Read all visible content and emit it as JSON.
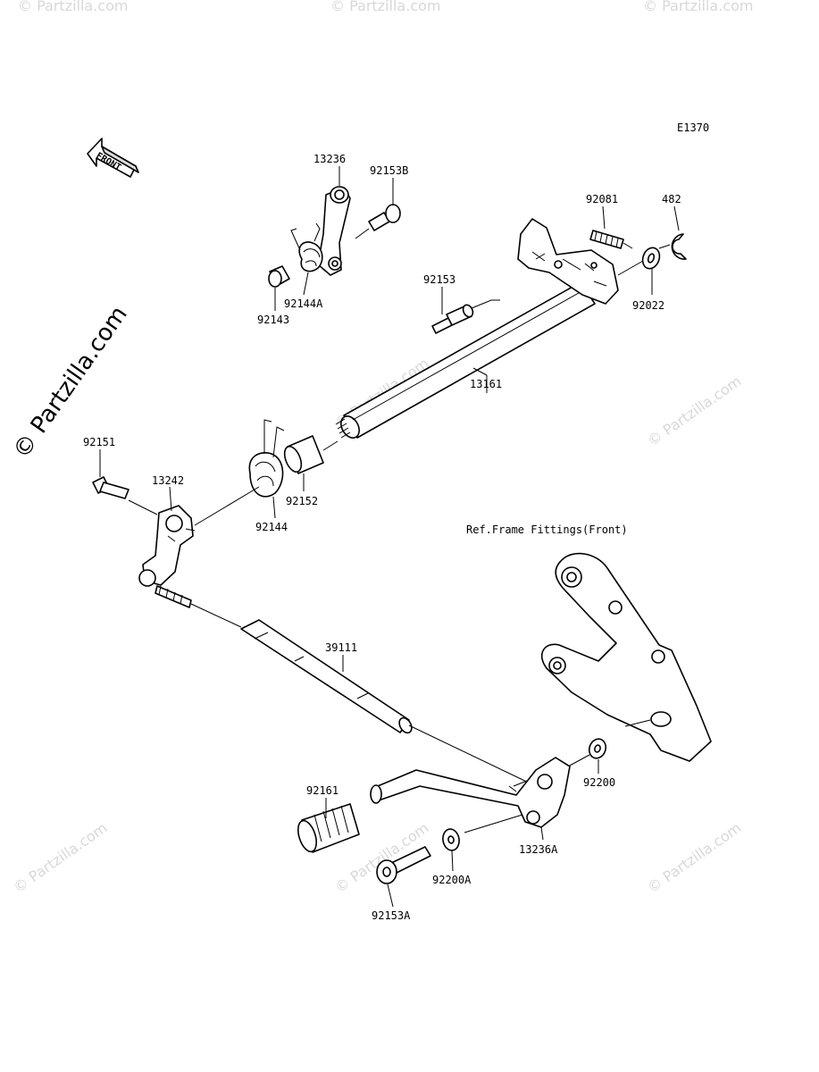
{
  "diagram_code": "E1370",
  "front_label": "FRONT",
  "watermark": "© Partzilla.com",
  "ref_note": "Ref.Frame Fittings(Front)",
  "labels": {
    "p13236": "13236",
    "p92153B": "92153B",
    "p92081": "92081",
    "p482": "482",
    "p92143": "92143",
    "p92144A": "92144A",
    "p92153": "92153",
    "p92022": "92022",
    "p13161": "13161",
    "p92151": "92151",
    "p13242": "13242",
    "p92152": "92152",
    "p92144": "92144",
    "p39111": "39111",
    "p92200": "92200",
    "p92161": "92161",
    "p13236A": "13236A",
    "p92200A": "92200A",
    "p92153A": "92153A"
  }
}
